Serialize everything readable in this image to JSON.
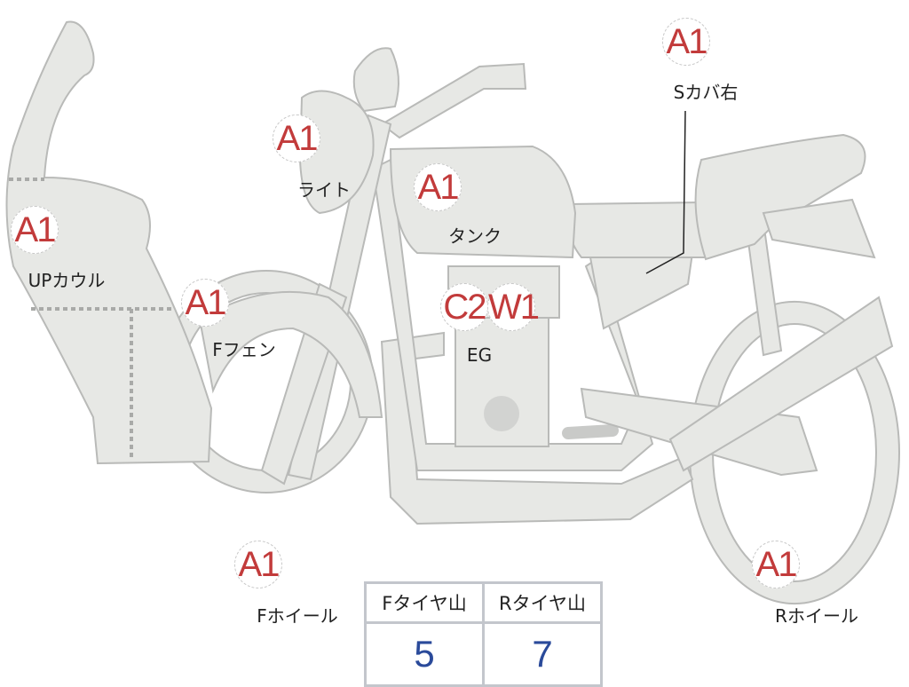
{
  "parts": [
    {
      "grade": "A1",
      "label": "Sカバ右"
    },
    {
      "grade": "A1",
      "label": "ライト"
    },
    {
      "grade": "A1",
      "label": "タンク"
    },
    {
      "grade": "A1",
      "label": "UPカウル"
    },
    {
      "grade": "A1",
      "label": "Fフェン"
    },
    {
      "grade": "A1",
      "label": "Fホイール"
    },
    {
      "grade": "A1",
      "label": "Rホイール"
    }
  ],
  "engine": {
    "grades": [
      "C2",
      "W1"
    ],
    "label": "EG"
  },
  "tire_table": {
    "headers": [
      "Fタイヤ山",
      "Rタイヤ山"
    ],
    "values": [
      "5",
      "7"
    ]
  },
  "colors": {
    "grade": "#c23b3b",
    "value": "#2a4a9a",
    "part_fill": "#e7e8e5"
  }
}
